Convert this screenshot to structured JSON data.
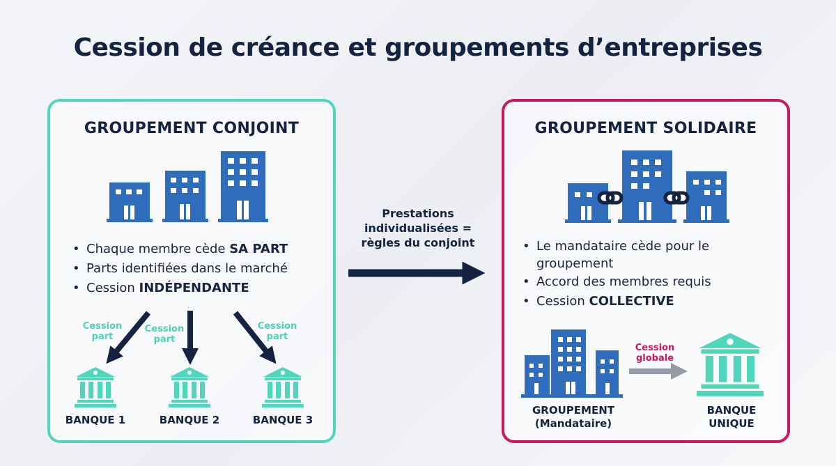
{
  "title": "Cession de créance et groupements d’entreprises",
  "colors": {
    "navy": "#14233f",
    "teal": "#4fd1b5",
    "magenta": "#c8185e",
    "building_blue": "#2f6cbc"
  },
  "left_panel": {
    "title": "GROUPEMENT CONJOINT",
    "bullets": [
      {
        "text": "Chaque membre cède ",
        "bold": "SA PART"
      },
      {
        "text": "Parts identifiées dans le marché",
        "bold": ""
      },
      {
        "text": "Cession ",
        "bold": "INDÉPENDANTE"
      }
    ],
    "arrow_label_line1": "Cession",
    "arrow_label_line2": "part",
    "banks": [
      "BANQUE 1",
      "BANQUE 2",
      "BANQUE 3"
    ]
  },
  "middle": {
    "line1": "Prestations",
    "line2": "individualisées =",
    "line3": "règles du conjoint"
  },
  "right_panel": {
    "title": "GROUPEMENT SOLIDAIRE",
    "bullets": [
      {
        "text": "Le mandataire cède pour le groupement",
        "bold": ""
      },
      {
        "text": "Accord des membres requis",
        "bold": ""
      },
      {
        "text": "Cession ",
        "bold": "COLLECTIVE"
      }
    ],
    "arrow_label_line1": "Cession",
    "arrow_label_line2": "globale",
    "group_label_line1": "GROUPEMENT",
    "group_label_line2": "(Mandataire)",
    "bank_label_line1": "BANQUE",
    "bank_label_line2": "UNIQUE"
  }
}
